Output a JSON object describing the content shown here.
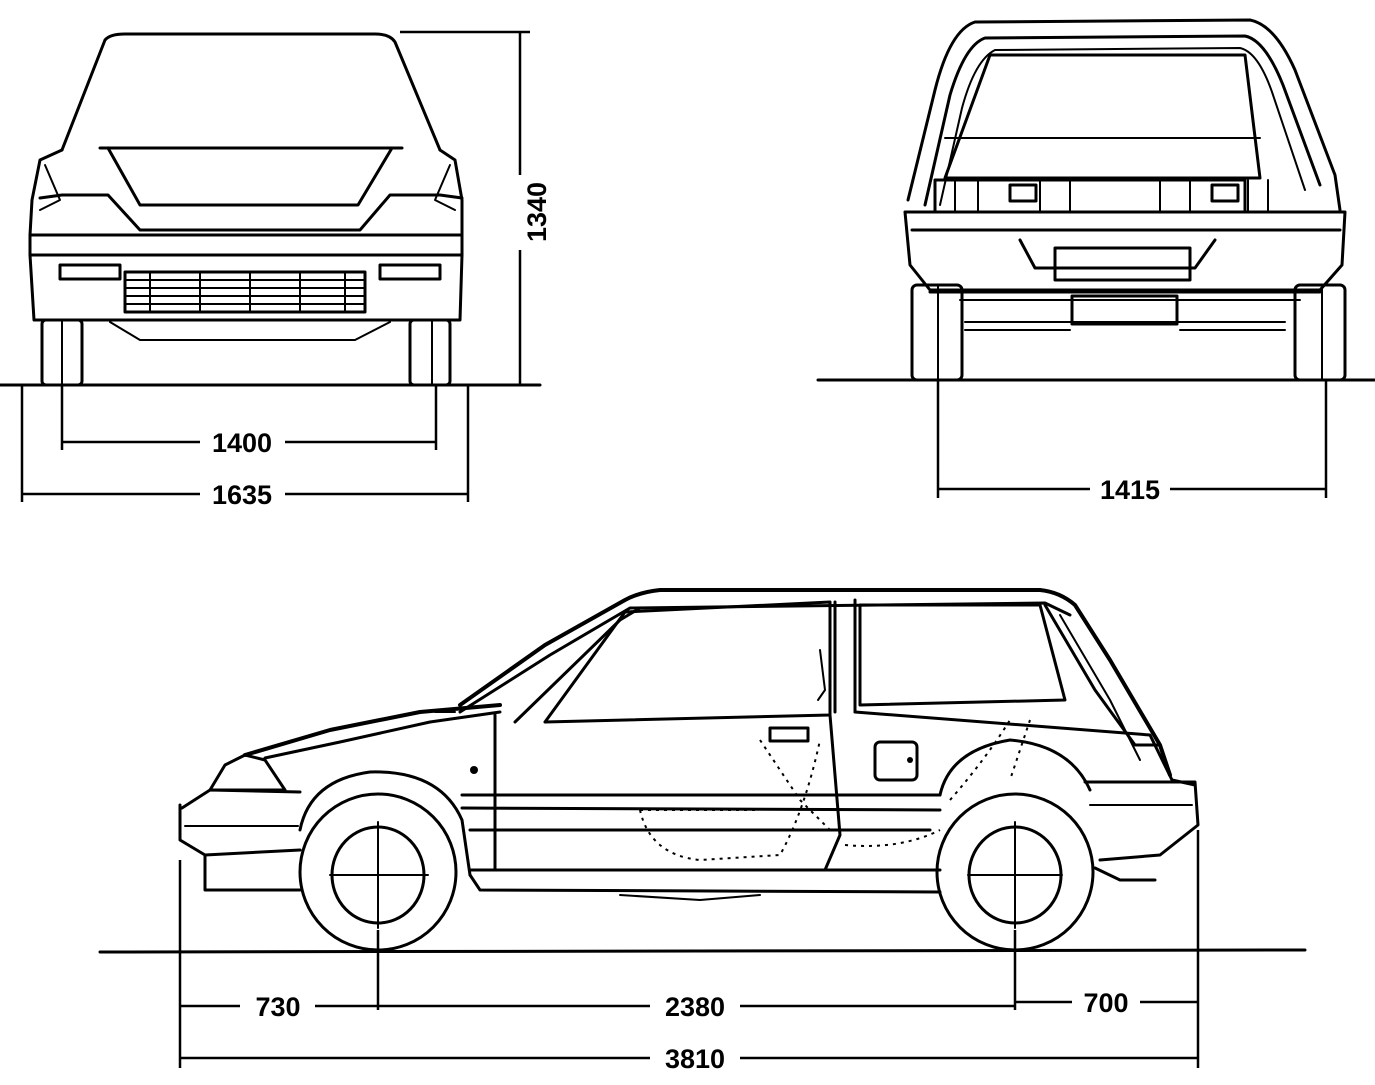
{
  "front_view": {
    "height_label": "1340",
    "track_label": "1400",
    "width_label": "1635"
  },
  "rear_view": {
    "track_label": "1415"
  },
  "side_view": {
    "front_overhang_label": "730",
    "wheelbase_label": "2380",
    "rear_overhang_label": "700",
    "length_label": "3810"
  }
}
